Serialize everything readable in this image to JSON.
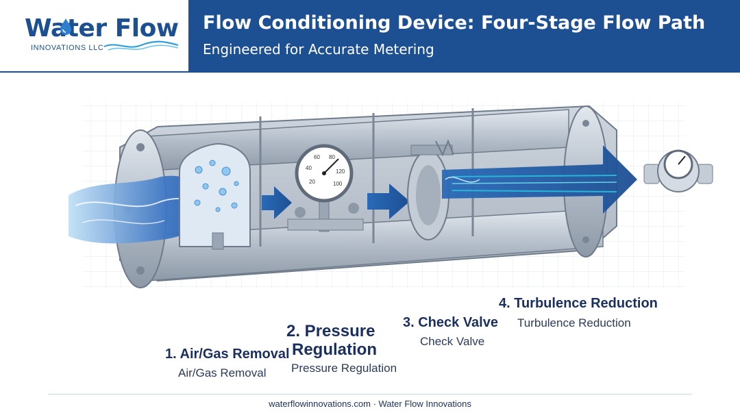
{
  "header": {
    "logo_word": "Water Flow",
    "logo_sub": "INNOVATIONS LLC",
    "title": "Flow Conditioning Device: Four-Stage Flow Path",
    "subtitle": "Engineered for Accurate Metering"
  },
  "gauge": {
    "ticks": [
      "20",
      "40",
      "60",
      "80",
      "100",
      "120"
    ]
  },
  "stages": [
    {
      "title": "1. Air/Gas Removal",
      "sub": "Air/Gas Removal"
    },
    {
      "title": "2. Pressure\nRegulation",
      "title_line1": "2. Pressure",
      "title_line2": "Regulation",
      "sub": "Pressure Regulation"
    },
    {
      "title": "3. Check Valve",
      "sub": "Check Valve"
    },
    {
      "title": "4. Turbulence Reduction",
      "sub": "Turbulence Reduction"
    }
  ],
  "footer": {
    "text": "waterflowinnovations.com · Water Flow Innovations"
  },
  "colors": {
    "header_bg": "#1d4f93",
    "brand_navy": "#1a2f5e",
    "water_blue": "#3a74c4",
    "accent_cyan": "#27b6d8",
    "steel": "#b9c3cf"
  }
}
